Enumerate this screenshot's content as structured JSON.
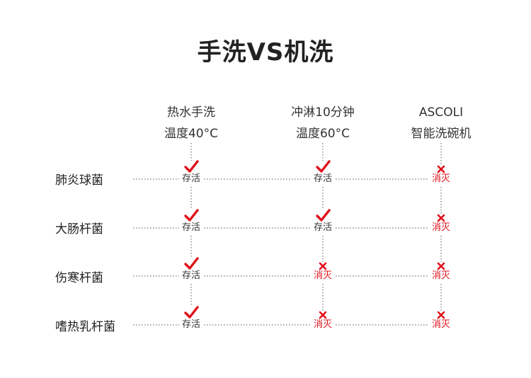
{
  "title": "手洗VS机洗",
  "columns": [
    {
      "line1": "热水手洗",
      "line2": "温度40°C"
    },
    {
      "line1": "冲淋10分钟",
      "line2": "温度60°C"
    },
    {
      "line1": "ASCOLI",
      "line2": "智能洗碗机"
    }
  ],
  "rows": [
    {
      "label": "肺炎球菌",
      "results": [
        "alive",
        "alive",
        "dead"
      ]
    },
    {
      "label": "大肠杆菌",
      "results": [
        "alive",
        "alive",
        "dead"
      ]
    },
    {
      "label": "伤寒杆菌",
      "results": [
        "alive",
        "dead",
        "dead"
      ]
    },
    {
      "label": "嗜热乳杆菌",
      "results": [
        "alive",
        "dead",
        "dead"
      ]
    }
  ],
  "status_labels": {
    "alive": "存活",
    "dead": "消灭"
  },
  "colors": {
    "check": "#e0101a",
    "cross": "#e0101a",
    "dead_text": "#e0101a",
    "text": "#222222",
    "line": "#555555"
  },
  "icons": {
    "alive": "check-mark-icon",
    "dead": "cross-mark-icon"
  }
}
